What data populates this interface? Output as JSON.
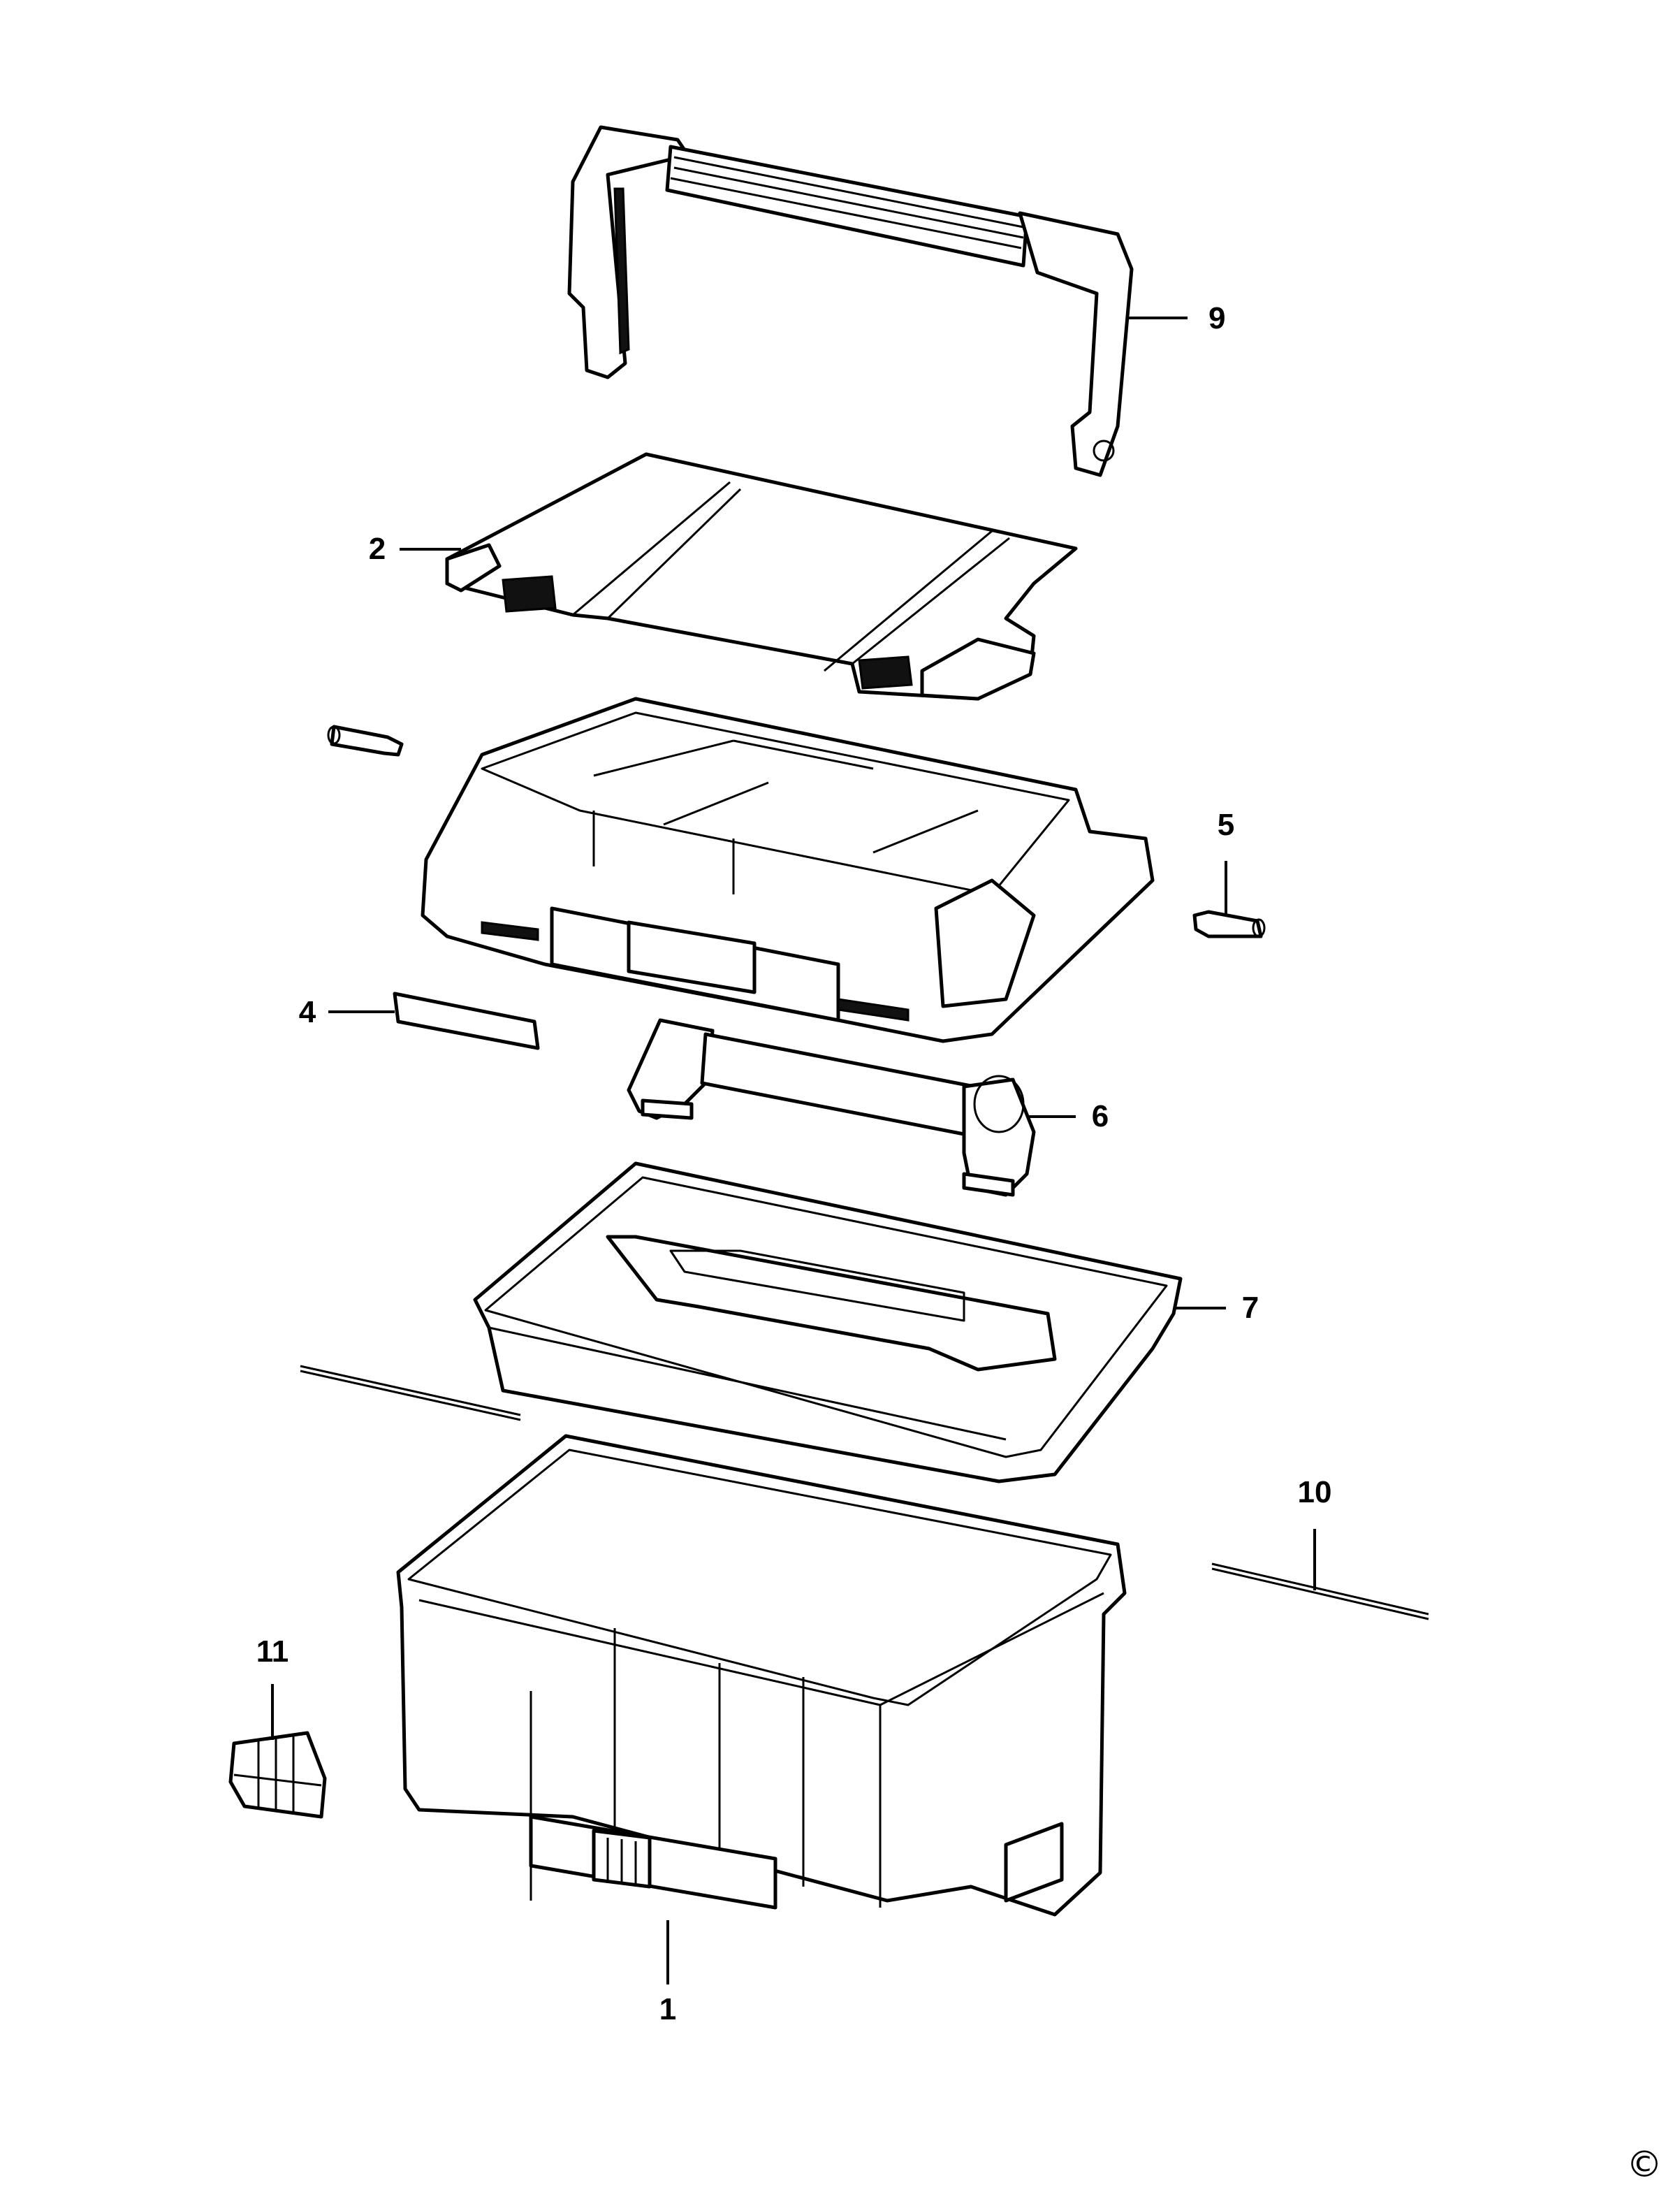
{
  "callouts": {
    "c1": "1",
    "c2": "2",
    "c4": "4",
    "c5": "5",
    "c6": "6",
    "c7": "7",
    "c9": "9",
    "c10": "10",
    "c11": "11"
  },
  "copyright_mark": "©"
}
